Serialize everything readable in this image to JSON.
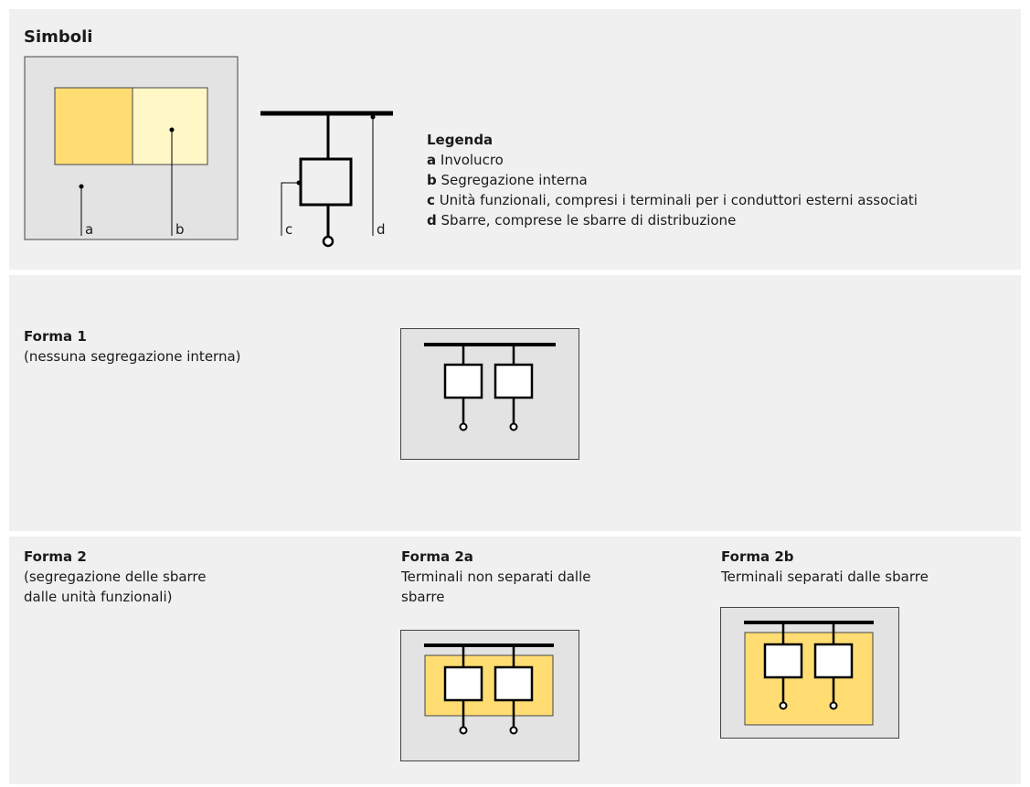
{
  "symbols": {
    "title": "Simboli",
    "callouts": {
      "a": "a",
      "b": "b",
      "c": "c",
      "d": "d"
    },
    "legend": {
      "title": "Legenda",
      "items": [
        {
          "key": "a",
          "text": "Involucro"
        },
        {
          "key": "b",
          "text": "Segregazione interna"
        },
        {
          "key": "c",
          "text": "Unità funzionali, compresi i terminali per i conduttori esterni associati"
        },
        {
          "key": "d",
          "text": "Sbarre, comprese le sbarre di distribuzione"
        }
      ]
    }
  },
  "forma1": {
    "title": "Forma 1",
    "desc": "(nessuna segregazione interna)"
  },
  "forma2": {
    "title": "Forma 2",
    "desc_line1": "(segregazione delle sbarre",
    "desc_line2": "dalle unità funzionali)",
    "a": {
      "title": "Forma 2a",
      "desc_line1": "Terminali non separati dalle",
      "desc_line2": "sbarre"
    },
    "b": {
      "title": "Forma 2b",
      "desc_line1": "Terminali separati dalle sbarre"
    }
  },
  "colors": {
    "panel": "#f0f0f0",
    "enclosure": "#e3e3e3",
    "segregation_dark": "#ffdd73",
    "segregation_light": "#fff7c6",
    "line": "#000000"
  }
}
